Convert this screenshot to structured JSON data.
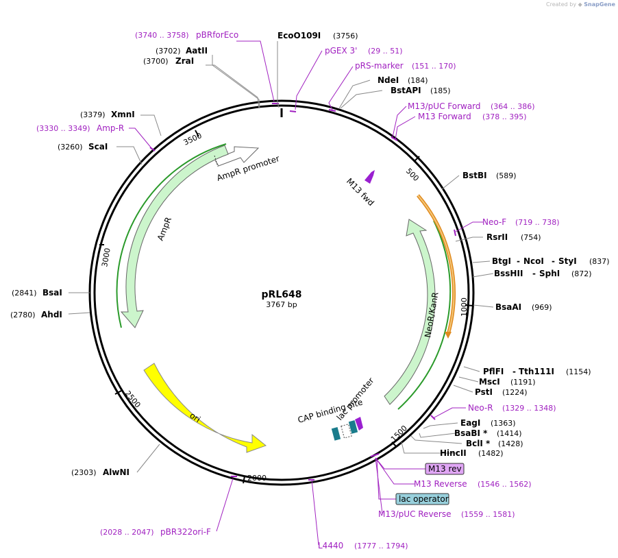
{
  "credit": {
    "prefix": "Created by",
    "brand": "SnapGene"
  },
  "plasmid": {
    "name": "pRL648",
    "length_label": "3767 bp",
    "length": 3767
  },
  "ticks": [
    "500",
    "1000",
    "1500",
    "2000",
    "2500",
    "3000",
    "3500"
  ],
  "sites": [
    {
      "name": "EcoO109I",
      "pos": "(3756)"
    },
    {
      "name": "AatII",
      "pos": "(3702)"
    },
    {
      "name": "ZraI",
      "pos": "(3700)"
    },
    {
      "name": "NdeI",
      "pos": "(184)"
    },
    {
      "name": "BstAPI",
      "pos": "(185)"
    },
    {
      "name": "XmnI",
      "pos": "(3379)"
    },
    {
      "name": "ScaI",
      "pos": "(3260)"
    },
    {
      "name": "BstBI",
      "pos": "(589)"
    },
    {
      "name": "RsrII",
      "pos": "(754)"
    },
    {
      "name": "BtgI",
      "name2": "NcoI",
      "name3": "StyI",
      "pos": "(837)"
    },
    {
      "name": "BssHII",
      "name2": "SphI",
      "pos": "(872)"
    },
    {
      "name": "BsaAI",
      "pos": "(969)"
    },
    {
      "name": "BsaI",
      "pos": "(2841)"
    },
    {
      "name": "AhdI",
      "pos": "(2780)"
    },
    {
      "name": "PflFI",
      "name2": "Tth111I",
      "pos": "(1154)"
    },
    {
      "name": "MscI",
      "pos": "(1191)"
    },
    {
      "name": "PstI",
      "pos": "(1224)"
    },
    {
      "name": "EagI",
      "pos": "(1363)"
    },
    {
      "name": "BsaBI *",
      "pos": "(1414)"
    },
    {
      "name": "BclI *",
      "pos": "(1428)"
    },
    {
      "name": "HincII",
      "pos": "(1482)"
    },
    {
      "name": "AlwNI",
      "pos": "(2303)"
    }
  ],
  "primers": [
    {
      "name": "pBRforEco",
      "range": "(3740 .. 3758)"
    },
    {
      "name": "pGEX 3'",
      "range": "(29 .. 51)"
    },
    {
      "name": "pRS-marker",
      "range": "(151 .. 170)"
    },
    {
      "name": "M13/pUC Forward",
      "range": "(364 .. 386)"
    },
    {
      "name": "M13 Forward",
      "range": "(378 .. 395)"
    },
    {
      "name": "Amp-R",
      "range": "(3330 .. 3349)"
    },
    {
      "name": "Neo-F",
      "range": "(719 .. 738)"
    },
    {
      "name": "Neo-R",
      "range": "(1329 .. 1348)"
    },
    {
      "name": "M13 Reverse",
      "range": "(1546 .. 1562)"
    },
    {
      "name": "M13/pUC Reverse",
      "range": "(1559 .. 1581)"
    },
    {
      "name": "pBR322ori-F",
      "range": "(2028 .. 2047)"
    },
    {
      "name": "L4440",
      "range": "(1777 .. 1794)"
    }
  ],
  "boxed_labels": [
    {
      "text": "M13 rev",
      "color": "#e0a6f5"
    },
    {
      "text": "lac operator",
      "color": "#98d0dc"
    }
  ],
  "features": [
    {
      "name": "AmpR promoter"
    },
    {
      "name": "AmpR"
    },
    {
      "name": "NeoR/KanR"
    },
    {
      "name": "ori"
    },
    {
      "name": "M13 fwd"
    },
    {
      "name": "CAP binding site"
    },
    {
      "name": "lac promoter"
    }
  ],
  "colors": {
    "primer": "#a020c0",
    "feature_green": "#ccf5cc",
    "feature_yellow": "#ffff00",
    "arc_green": "#2a9a2a",
    "arc_orange": "#e08a1e",
    "backbone": "#000000"
  }
}
